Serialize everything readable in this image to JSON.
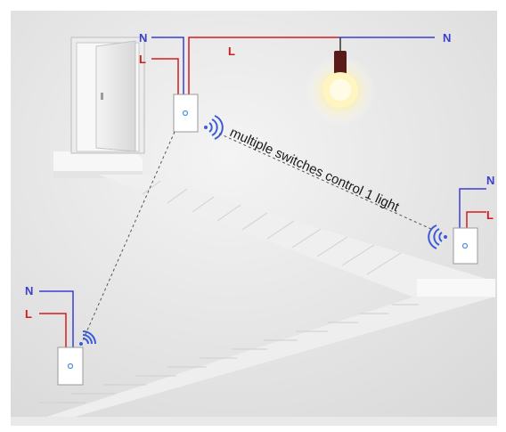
{
  "labels": {
    "neutral": "N",
    "live": "L",
    "caption": "multiple switches control 1 light"
  },
  "colors": {
    "neutral_wire": "#3b3fd0",
    "live_wire": "#d11c1c",
    "switch_led": "#4a8fd8",
    "wall": "#e8e8e8"
  },
  "icons": [
    "door-icon",
    "light-bulb-icon",
    "wall-switch-icon",
    "wireless-signal-icon"
  ]
}
